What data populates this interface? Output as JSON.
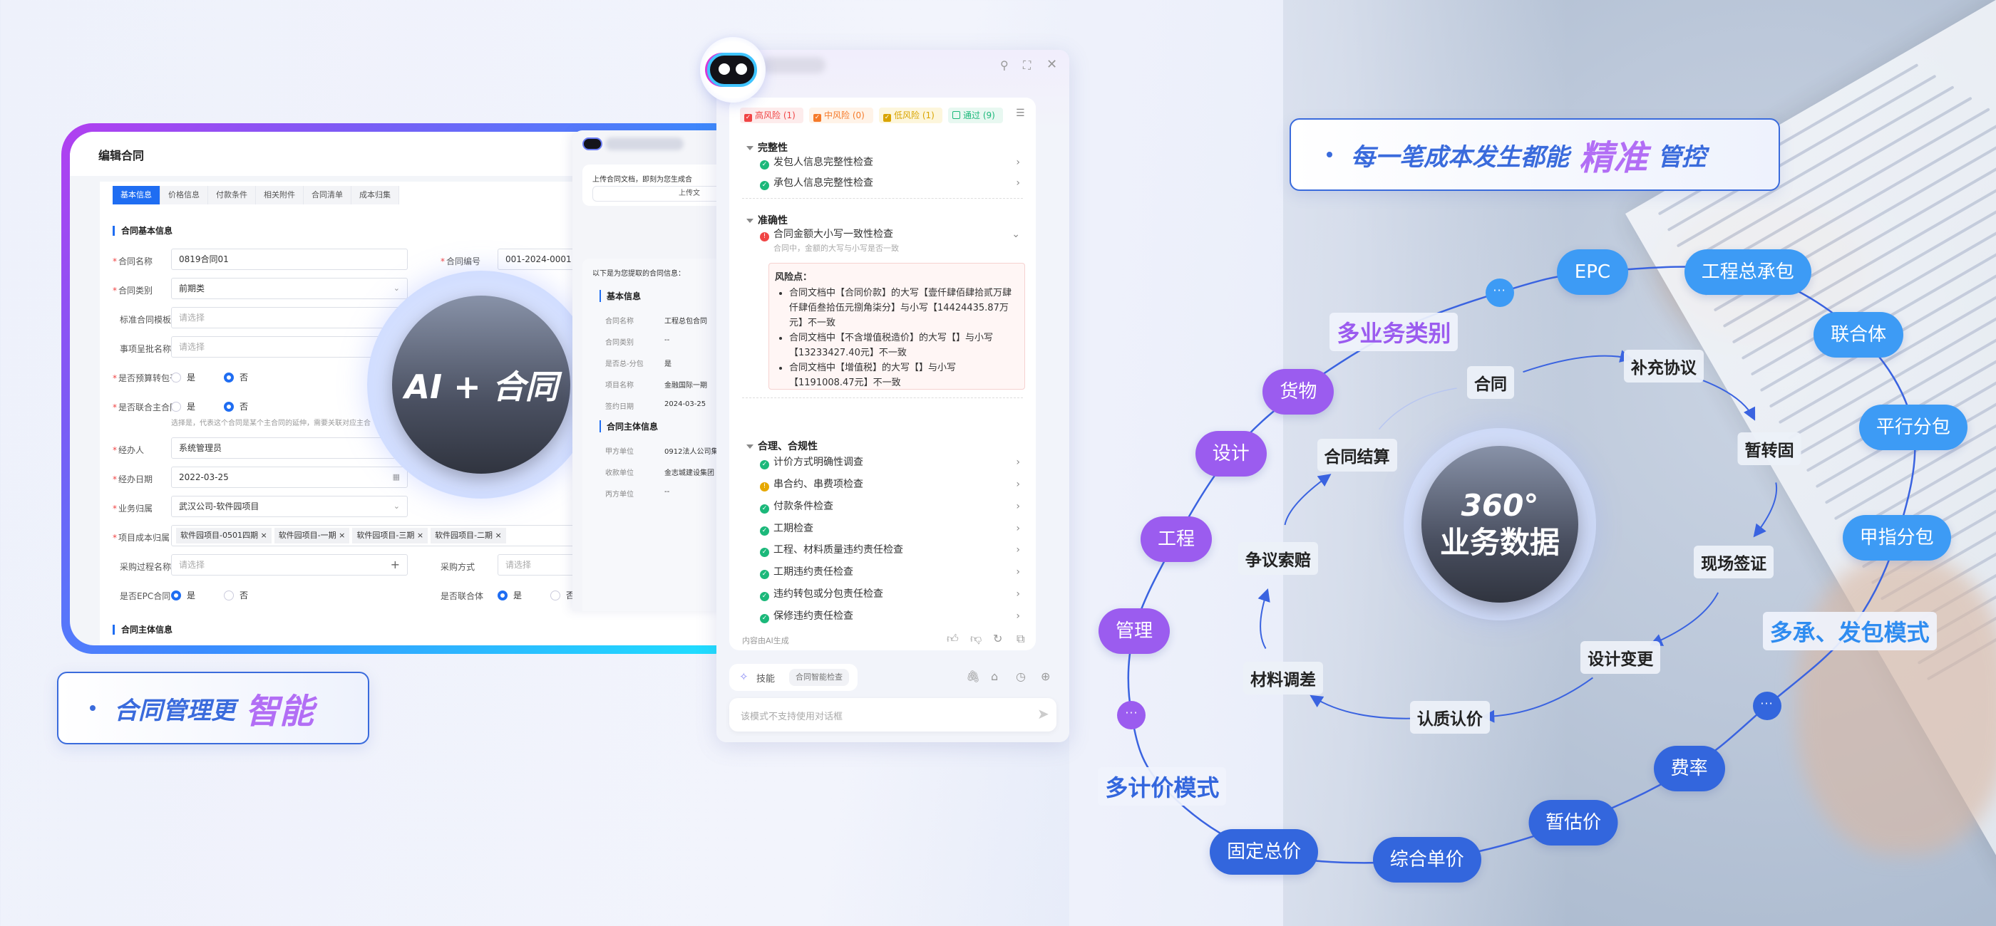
{
  "colors": {
    "accent": "#1f6df2",
    "purple": "#9b5cef",
    "blue": "#3d9bf5",
    "dark_blue": "#3366dd",
    "highlight": "#b26ef5"
  },
  "edit_window": {
    "title": "编辑合同",
    "tabs": [
      "基本信息",
      "价格信息",
      "付款条件",
      "相关附件",
      "合同清单",
      "成本归集"
    ],
    "section1": "合同基本信息",
    "section2": "合同主体信息",
    "fields": {
      "name": {
        "label": "合同名称",
        "value": "0819合同01"
      },
      "code": {
        "label": "合同编号",
        "value": "001-2024-0001"
      },
      "type": {
        "label": "合同类别",
        "value": "前期类"
      },
      "template": {
        "label": "标准合同模板",
        "placeholder": "请选择"
      },
      "approval": {
        "label": "事项呈批名称",
        "placeholder": "请选择"
      },
      "budget": {
        "label": "是否预算转包干",
        "yes": "是",
        "no": "否",
        "selected": "否"
      },
      "joint_main": {
        "label": "是否联合主合同",
        "yes": "是",
        "no": "否",
        "selected": "否",
        "hint": "选择是，代表这个合同是某个主合同的延伸，需要关联对应主合"
      },
      "handler": {
        "label": "经办人",
        "value": "系统管理员"
      },
      "date": {
        "label": "经办日期",
        "value": "2022-03-25"
      },
      "business": {
        "label": "业务归属",
        "value": "武汉公司-软件园项目"
      },
      "cost": {
        "label": "项目成本归属",
        "tags": [
          "软件园项目-0501四期",
          "软件园项目-一期",
          "软件园项目-三期",
          "软件园项目-二期"
        ]
      },
      "purchase_process": {
        "label": "采购过程名称",
        "placeholder": "请选择"
      },
      "purchase_method": {
        "label": "采购方式",
        "placeholder": "请选择"
      },
      "epc": {
        "label": "是否EPC合同",
        "yes": "是",
        "no": "否",
        "selected": "是"
      },
      "consortium": {
        "label": "是否联合体",
        "yes": "是",
        "no": "否",
        "selected": "是"
      }
    }
  },
  "ai_badge": "AI + 合同",
  "mid_panel": {
    "upload_text": "上传合同文档，即刻为您生成合",
    "upload_button": "上传文",
    "intro": "以下是为您提取的合同信息：",
    "basic_title": "基本信息",
    "basic_rows": [
      [
        "合同名称",
        "工程总包合同"
      ],
      [
        "合同类别",
        "--"
      ],
      [
        "是否总-分包",
        "是"
      ],
      [
        "项目名称",
        "金融国际一期"
      ],
      [
        "签约日期",
        "2024-03-25"
      ]
    ],
    "party_title": "合同主体信息",
    "party_rows": [
      [
        "甲方单位",
        "0912法人公司集"
      ],
      [
        "收款单位",
        "金志城建设集团"
      ],
      [
        "丙方单位",
        "--"
      ]
    ]
  },
  "ai_panel": {
    "filters": [
      {
        "label": "高风险 (1)",
        "color": "#f04545"
      },
      {
        "label": "中风险 (0)",
        "color": "#f57a2a"
      },
      {
        "label": "低风险 (1)",
        "color": "#d9a400"
      },
      {
        "label": "通过 (9)",
        "color": "#1bb87a"
      }
    ],
    "groups": [
      {
        "title": "完整性",
        "items": [
          {
            "label": "发包人信息完整性检查",
            "status": "pass"
          },
          {
            "label": "承包人信息完整性检查",
            "status": "pass"
          }
        ]
      },
      {
        "title": "准确性",
        "items": [
          {
            "label": "合同金额大小写一致性检查",
            "status": "high",
            "desc": "合同中，金额的大写与小写是否一致"
          }
        ]
      },
      {
        "title": "合理、合规性",
        "items": [
          {
            "label": "计价方式明确性调查",
            "status": "pass"
          },
          {
            "label": "串合约、串费项检查",
            "status": "low"
          },
          {
            "label": "付款条件检查",
            "status": "pass"
          },
          {
            "label": "工期检查",
            "status": "pass"
          },
          {
            "label": "工程、材料质量违约责任检查",
            "status": "pass"
          },
          {
            "label": "工期违约责任检查",
            "status": "pass"
          },
          {
            "label": "违约转包或分包责任检查",
            "status": "pass"
          },
          {
            "label": "保修违约责任检查",
            "status": "pass"
          }
        ]
      }
    ],
    "risk_title": "风险点：",
    "risks": [
      "合同文档中【合同价款】的大写【壹仟肆佰肆拾贰万肆仟肆佰叁拾伍元捌角柒分】与小写【14424435.87万元】不一致",
      "合同文档中【不含增值税造价】的大写【】与小写【13233427.40元】不一致",
      "合同文档中【增值税】的大写【】与小写【1191008.47元】不一致"
    ],
    "footer": "内容由AI生成",
    "skill_label": "技能",
    "skill_chip": "合同智能检查",
    "input_placeholder": "该模式不支持使用对话框"
  },
  "banner_left": {
    "text": "合同管理更",
    "highlight": "智能"
  },
  "banner_right": {
    "text": "每一笔成本发生都能",
    "highlight": "精准",
    "tail": "管控"
  },
  "center": {
    "line1": "360°",
    "line2": "业务数据"
  },
  "diagram": {
    "outer_nodes": [
      {
        "label": "EPC",
        "style": "blue"
      },
      {
        "label": "工程总承包",
        "style": "blue"
      },
      {
        "label": "联合体",
        "style": "blue"
      },
      {
        "label": "平行分包",
        "style": "blue"
      },
      {
        "label": "甲指分包",
        "style": "blue"
      },
      {
        "label": "费率",
        "style": "dark"
      },
      {
        "label": "暂估价",
        "style": "dark"
      },
      {
        "label": "综合单价",
        "style": "dark"
      },
      {
        "label": "固定总价",
        "style": "dark"
      },
      {
        "label": "管理",
        "style": "purple"
      },
      {
        "label": "工程",
        "style": "purple"
      },
      {
        "label": "设计",
        "style": "purple"
      },
      {
        "label": "货物",
        "style": "purple"
      }
    ],
    "categories": [
      {
        "label": "多业务类别",
        "color": "#9b5cef"
      },
      {
        "label": "多承、发包模式",
        "color": "#2f8cf0"
      },
      {
        "label": "多计价模式",
        "color": "#3366dd"
      }
    ],
    "more": "···",
    "inner_flow": [
      "合同",
      "补充协议",
      "暂转固",
      "现场签证",
      "设计变更",
      "认质认价",
      "材料调差",
      "争议索赔",
      "合同结算"
    ]
  }
}
